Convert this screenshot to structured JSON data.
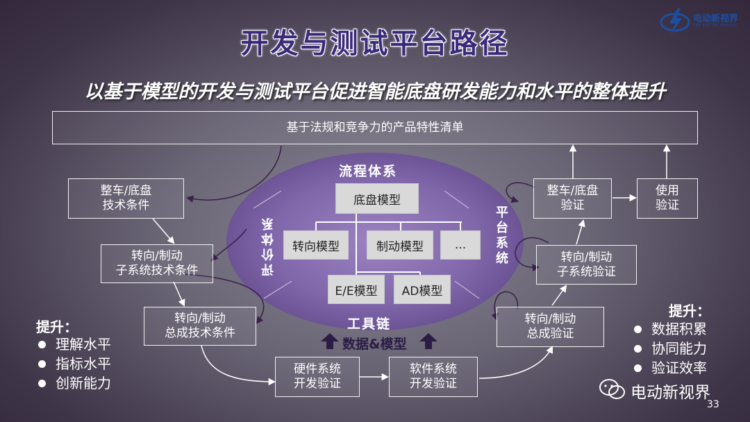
{
  "title": "开发与测试平台路径",
  "subtitle": "以基于模型的开发与测试平台促进智能底盘研发能力和水平的整体提升",
  "top_box": "基于法规和竞争力的产品特性清单",
  "left_chain": [
    "整车/底盘\n技术条件",
    "转向/制动\n子系统技术条件",
    "转向/制动\n总成技术条件"
  ],
  "bottom_chain": [
    "硬件系统\n开发验证",
    "软件系统\n开发验证"
  ],
  "right_chain": [
    "转向/制动\n总成验证",
    "转向/制动\n子系统验证",
    "整车/底盘\n验证",
    "使用\n验证"
  ],
  "center": {
    "process_label": "流程体系",
    "eval_label": "评价体系",
    "platform_label": "平台系统",
    "tool_label": "工具链",
    "data_label": "数据&模型",
    "root_model": "底盘模型",
    "models": [
      "转向模型",
      "制动模型",
      "...",
      "E/E模型",
      "AD模型"
    ]
  },
  "left_list": {
    "title": "提升：",
    "items": [
      "理解水平",
      "指标水平",
      "创新能力"
    ]
  },
  "right_list": {
    "title": "提升：",
    "items": [
      "数据积累",
      "协同能力",
      "验证效率"
    ]
  },
  "watermark": "电动新视界",
  "logo": {
    "name": "电动新视界",
    "sub": "NEW ELECTRIC HORIZON"
  },
  "page_number": "33",
  "colors": {
    "ellipse": "#8a6ab5",
    "title": "#3a2a7a",
    "model_box": "#d9d9d9"
  }
}
